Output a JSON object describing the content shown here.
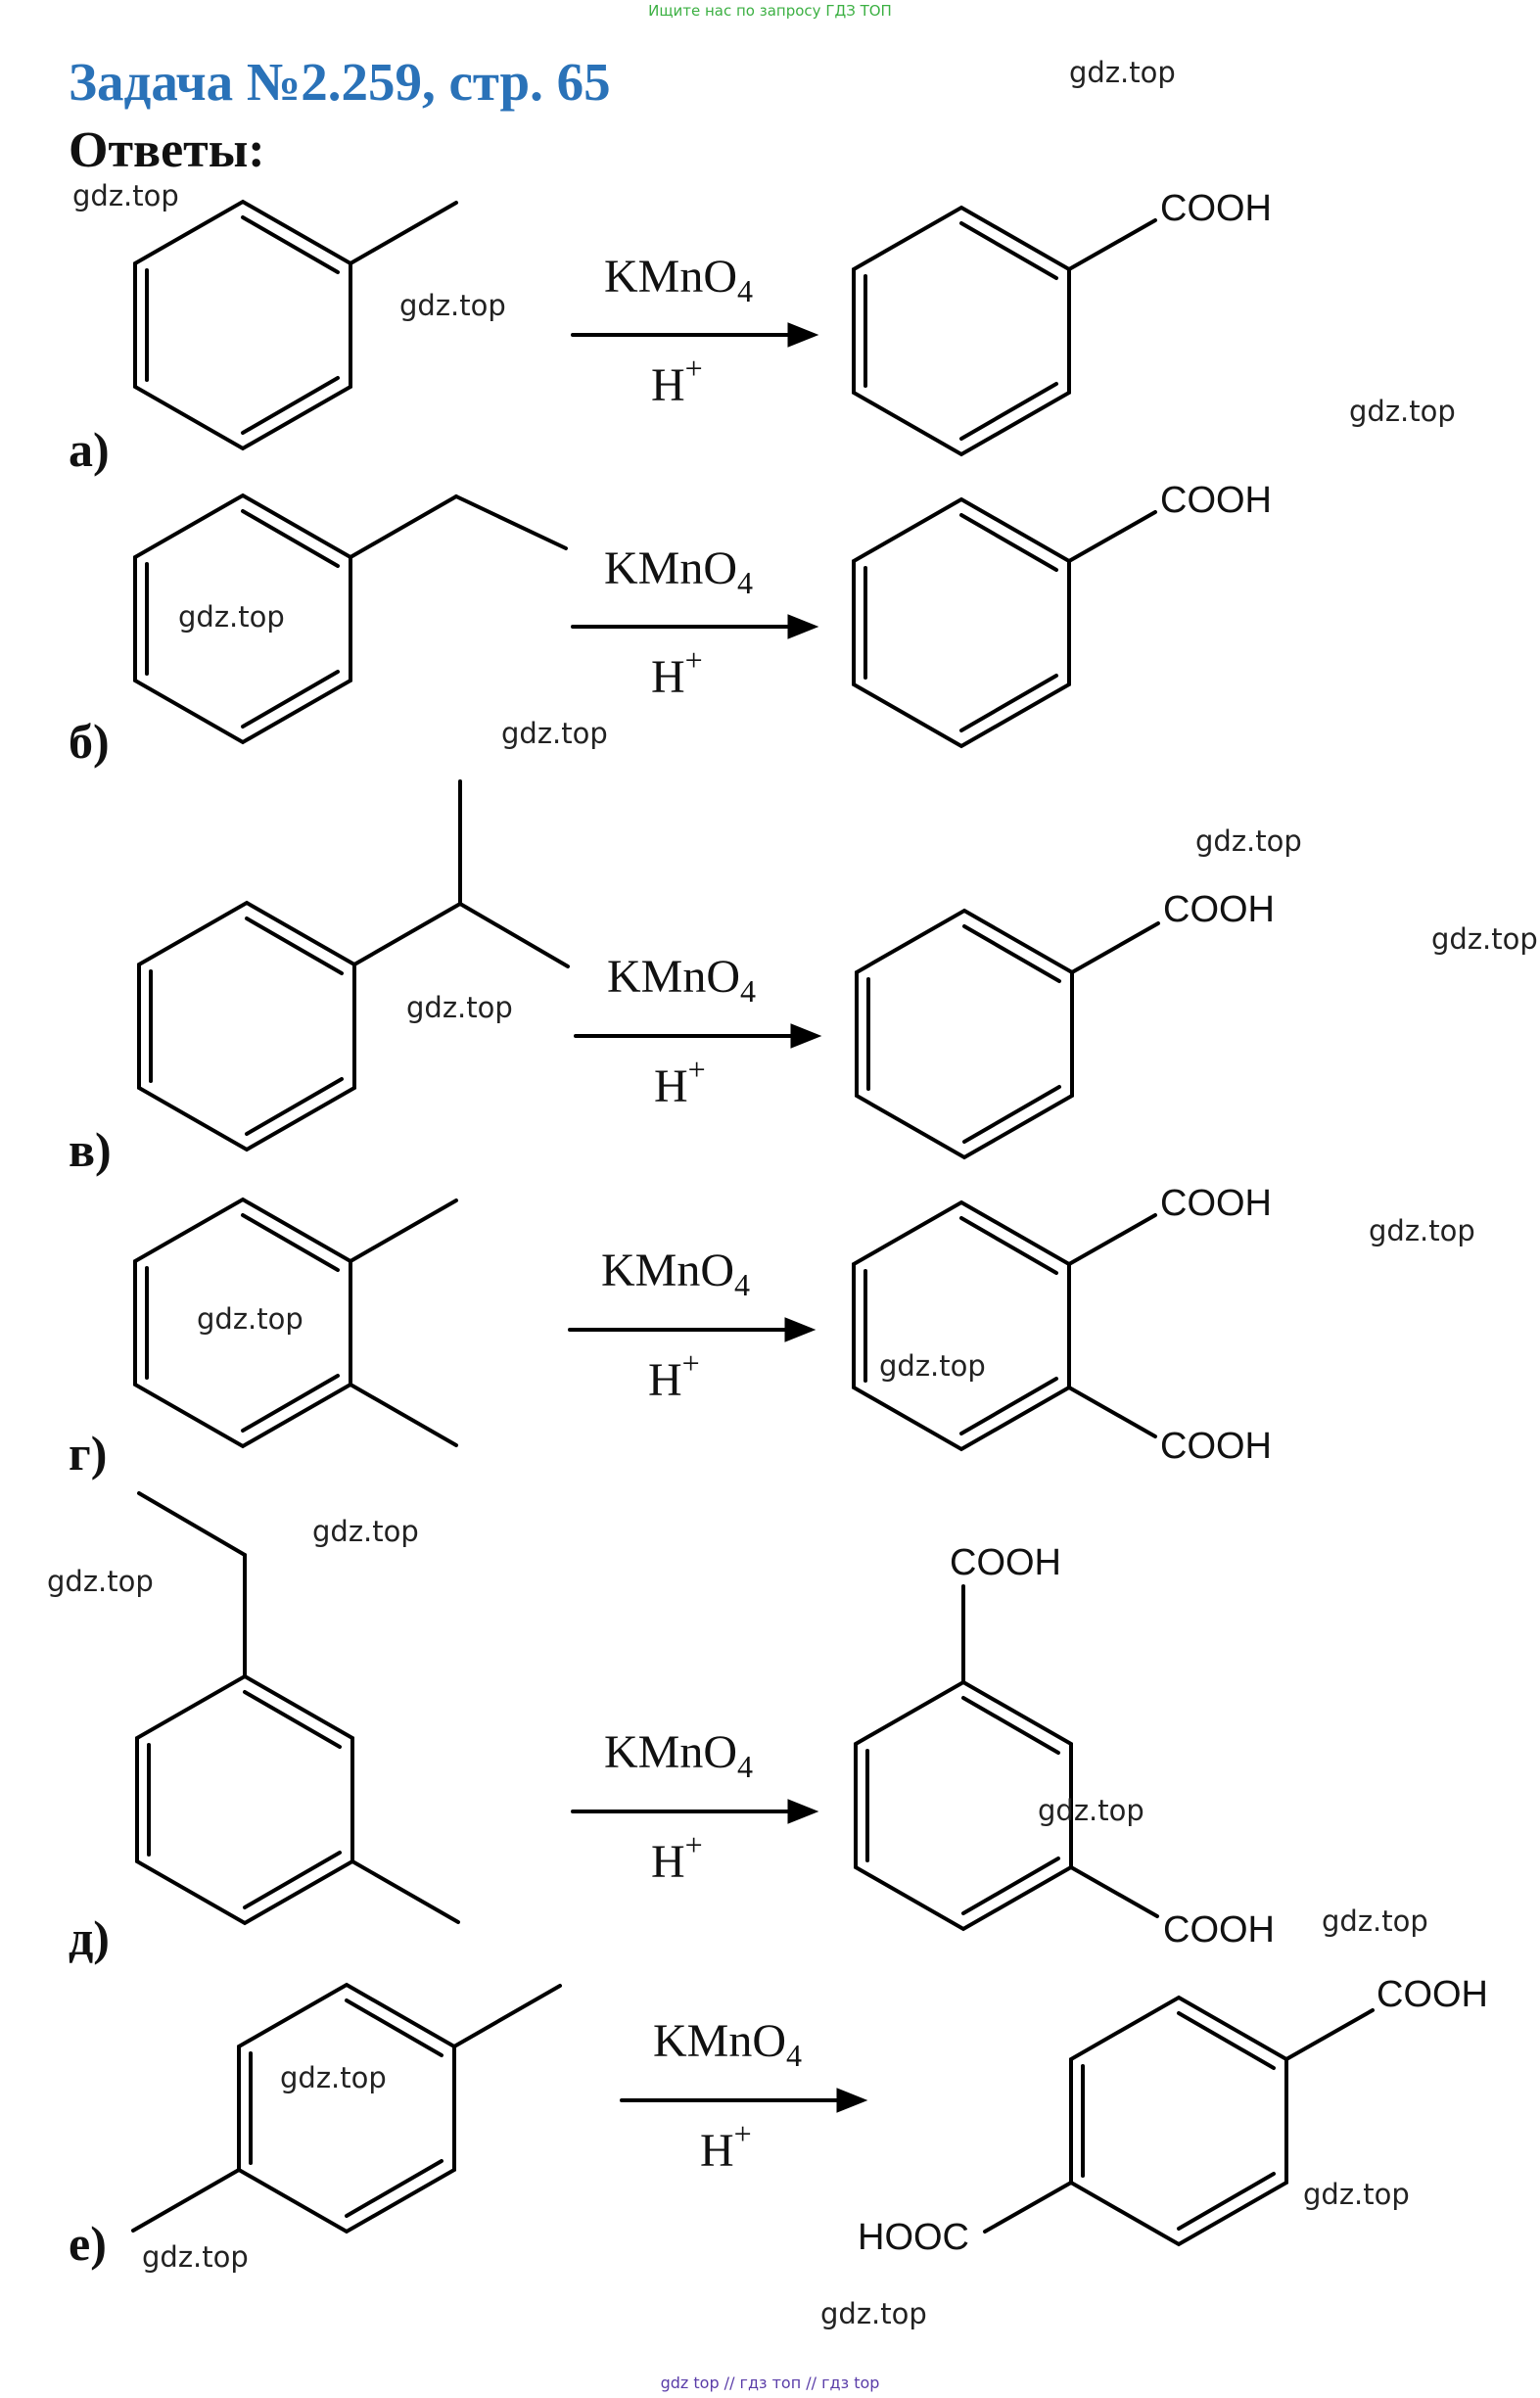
{
  "top_link": "Ищите нас по запросу ГДЗ ТОП",
  "title": "Задача №2.259, стр. 65",
  "subtitle": "Ответы:",
  "reagent": "KMnO",
  "reagent_sub": "4",
  "catalyst": "H",
  "catalyst_sup": "+",
  "acid_group": "COOH",
  "acid_group_reversed": "HOOC",
  "labels": [
    "а)",
    "б)",
    "в)",
    "г)",
    "д)",
    "е)"
  ],
  "watermark": "gdz.top",
  "footer": "gdz top  //  гдз топ  //  гдз top"
}
